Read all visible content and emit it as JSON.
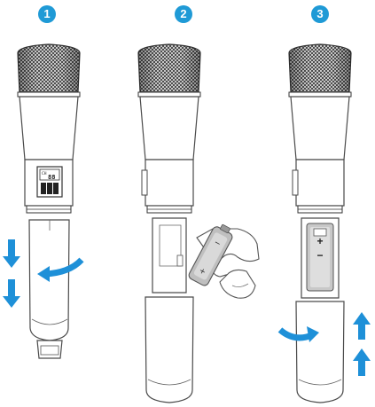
{
  "steps": [
    {
      "number": "1"
    },
    {
      "number": "2"
    },
    {
      "number": "3"
    }
  ],
  "display": {
    "ch_label": "CH",
    "value": "88"
  },
  "battery": {
    "plus": "+",
    "minus": "−"
  },
  "colors": {
    "badge": "#1f9ad6",
    "arrow": "#1e90d8",
    "outline": "#4a4a4a",
    "body_fill": "#ffffff",
    "mesh": "#555555"
  },
  "icons": [
    "down-arrow-icon",
    "rotate-arrow-icon",
    "up-arrow-icon",
    "hand-icon",
    "battery-icon"
  ]
}
